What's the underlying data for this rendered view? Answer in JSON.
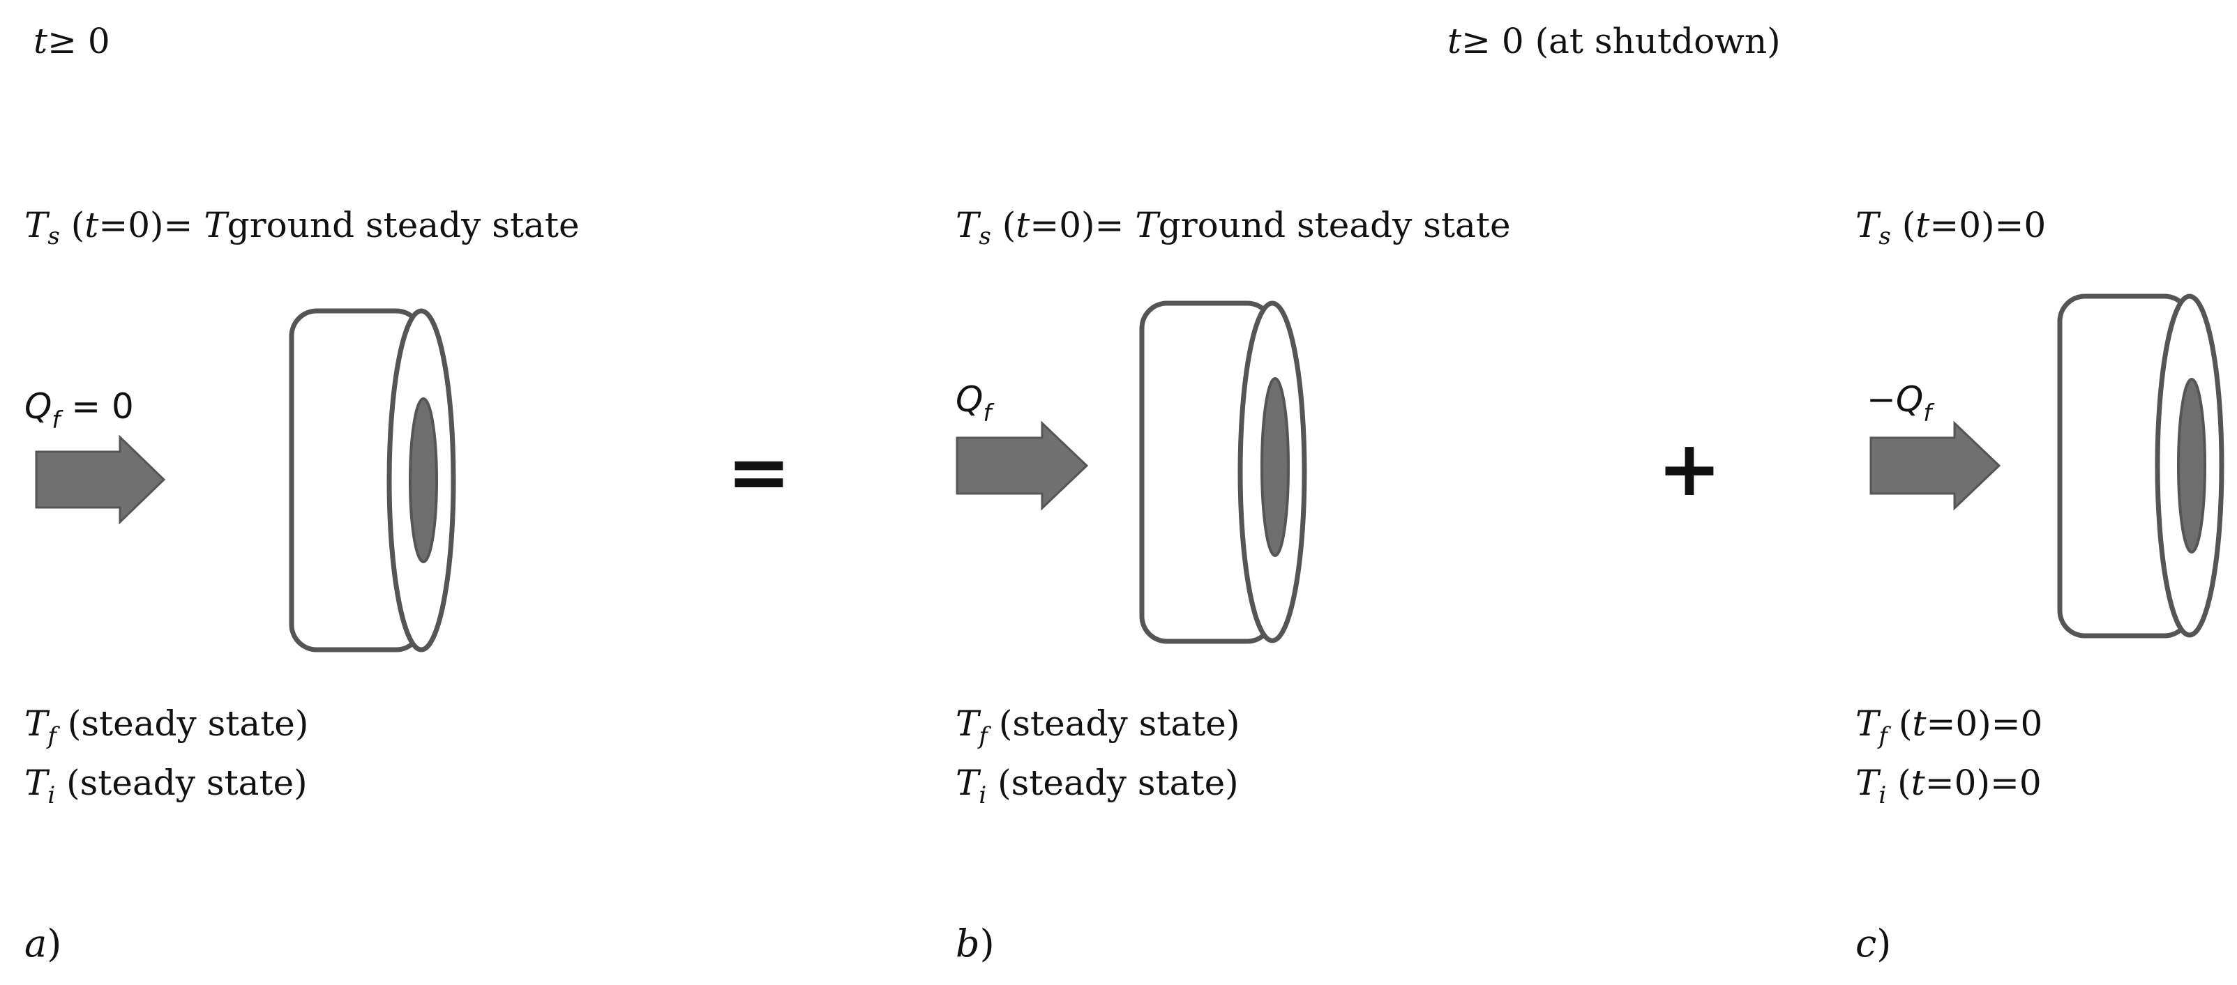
{
  "header": {
    "left": {
      "t": "t",
      "rel": "≥ 0"
    },
    "right": {
      "t": "t",
      "rel": "≥ 0",
      "note": "(at shutdown)"
    }
  },
  "panels": [
    {
      "id": "a",
      "label_letter": "a",
      "label_paren": ")",
      "surface": {
        "sym": "T",
        "sub": "s",
        "open": " (",
        "t": "t",
        "cond": "=0)= ",
        "rhs_sym": "T",
        "rhs_text": "ground steady state"
      },
      "flow": {
        "sym": "Q",
        "sub": "f",
        "value": " = 0"
      },
      "fluid": {
        "sym": "T",
        "sub": "f",
        "value": " (steady state)"
      },
      "inner": {
        "sym": "T",
        "sub": "i",
        "value": " (steady state)"
      }
    },
    {
      "id": "b",
      "label_letter": "b",
      "label_paren": ")",
      "surface": {
        "sym": "T",
        "sub": "s",
        "open": " (",
        "t": "t",
        "cond": "=0)= ",
        "rhs_sym": "T",
        "rhs_text": "ground steady state"
      },
      "flow": {
        "sym": "Q",
        "sub": "f",
        "value": ""
      },
      "fluid": {
        "sym": "T",
        "sub": "f",
        "value": " (steady state)"
      },
      "inner": {
        "sym": "T",
        "sub": "i",
        "value": " (steady state)"
      }
    },
    {
      "id": "c",
      "label_letter": "c",
      "label_paren": ")",
      "surface": {
        "sym": "T",
        "sub": "s",
        "open": " (",
        "t": "t",
        "cond": "=0)=0"
      },
      "flow": {
        "prefix": "−",
        "sym": "Q",
        "sub": "f",
        "value": ""
      },
      "fluid": {
        "sym": "T",
        "sub": "f",
        "open": " (",
        "t": "t",
        "cond": "=0)=0"
      },
      "inner": {
        "sym": "T",
        "sub": "i",
        "open": " (",
        "t": "t",
        "cond": "=0)=0"
      }
    }
  ],
  "operators": {
    "equals": "=",
    "plus": "+"
  }
}
